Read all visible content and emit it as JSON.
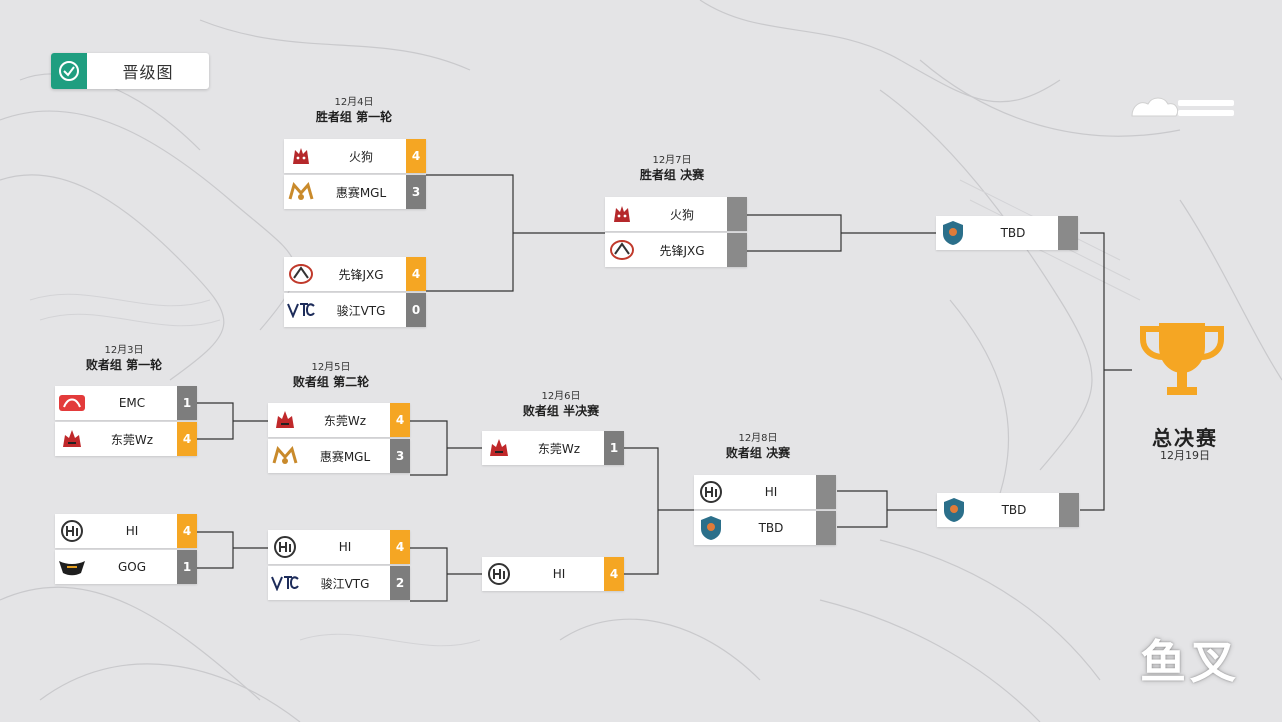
{
  "header": {
    "title": "晋级图"
  },
  "brand": {
    "text": ""
  },
  "colors": {
    "win": "#f5a623",
    "lose": "#7d7d7d",
    "accent": "#1f9e80",
    "trophy": "#f5a623"
  },
  "stages": {
    "wb_r1": {
      "date": "12月4日",
      "name": "胜者组 第一轮"
    },
    "wb_final": {
      "date": "12月7日",
      "name": "胜者组 决赛"
    },
    "lb_r1": {
      "date": "12月3日",
      "name": "败者组 第一轮"
    },
    "lb_r2": {
      "date": "12月5日",
      "name": "败者组 第二轮"
    },
    "lb_semi": {
      "date": "12月6日",
      "name": "败者组 半决赛"
    },
    "lb_final": {
      "date": "12月8日",
      "name": "败者组 决赛"
    }
  },
  "matches": {
    "wb1_a": [
      {
        "name": "火狗",
        "score": "4",
        "logo": "wolf-logo"
      },
      {
        "name": "惠赛MGL",
        "score": "3",
        "logo": "mgl-logo"
      }
    ],
    "wb1_b": [
      {
        "name": "先锋JXG",
        "score": "4",
        "logo": "jxg-logo"
      },
      {
        "name": "骏江VTG",
        "score": "0",
        "logo": "vtg-logo"
      }
    ],
    "wb_final": [
      {
        "name": "火狗",
        "score": "",
        "logo": "wolf-logo"
      },
      {
        "name": "先锋JXG",
        "score": "",
        "logo": "jxg-logo"
      }
    ],
    "lb1_a": [
      {
        "name": "EMC",
        "score": "1",
        "logo": "emc-logo"
      },
      {
        "name": "东莞Wz",
        "score": "4",
        "logo": "wz-logo"
      }
    ],
    "lb1_b": [
      {
        "name": "HI",
        "score": "4",
        "logo": "hi-logo"
      },
      {
        "name": "GOG",
        "score": "1",
        "logo": "gog-logo"
      }
    ],
    "lb2_a": [
      {
        "name": "东莞Wz",
        "score": "4",
        "logo": "wz-logo"
      },
      {
        "name": "惠赛MGL",
        "score": "3",
        "logo": "mgl-logo"
      }
    ],
    "lb2_b": [
      {
        "name": "HI",
        "score": "4",
        "logo": "hi-logo"
      },
      {
        "name": "骏江VTG",
        "score": "2",
        "logo": "vtg-logo"
      }
    ],
    "lb_semi_a": [
      {
        "name": "东莞Wz",
        "score": "1",
        "logo": "wz-logo"
      }
    ],
    "lb_semi_b": [
      {
        "name": "HI",
        "score": "4",
        "logo": "hi-logo"
      }
    ],
    "lb_final": [
      {
        "name": "HI",
        "score": "",
        "logo": "hi-logo"
      },
      {
        "name": "TBD",
        "score": "",
        "logo": "tbd-logo"
      }
    ],
    "gf_top": [
      {
        "name": "TBD",
        "score": "",
        "logo": "tbd-logo"
      }
    ],
    "gf_bottom": [
      {
        "name": "TBD",
        "score": "",
        "logo": "tbd-logo"
      }
    ]
  },
  "final": {
    "title": "总决赛",
    "date": "12月19日",
    "icon": "trophy-icon"
  },
  "watermark": "鱼叉"
}
